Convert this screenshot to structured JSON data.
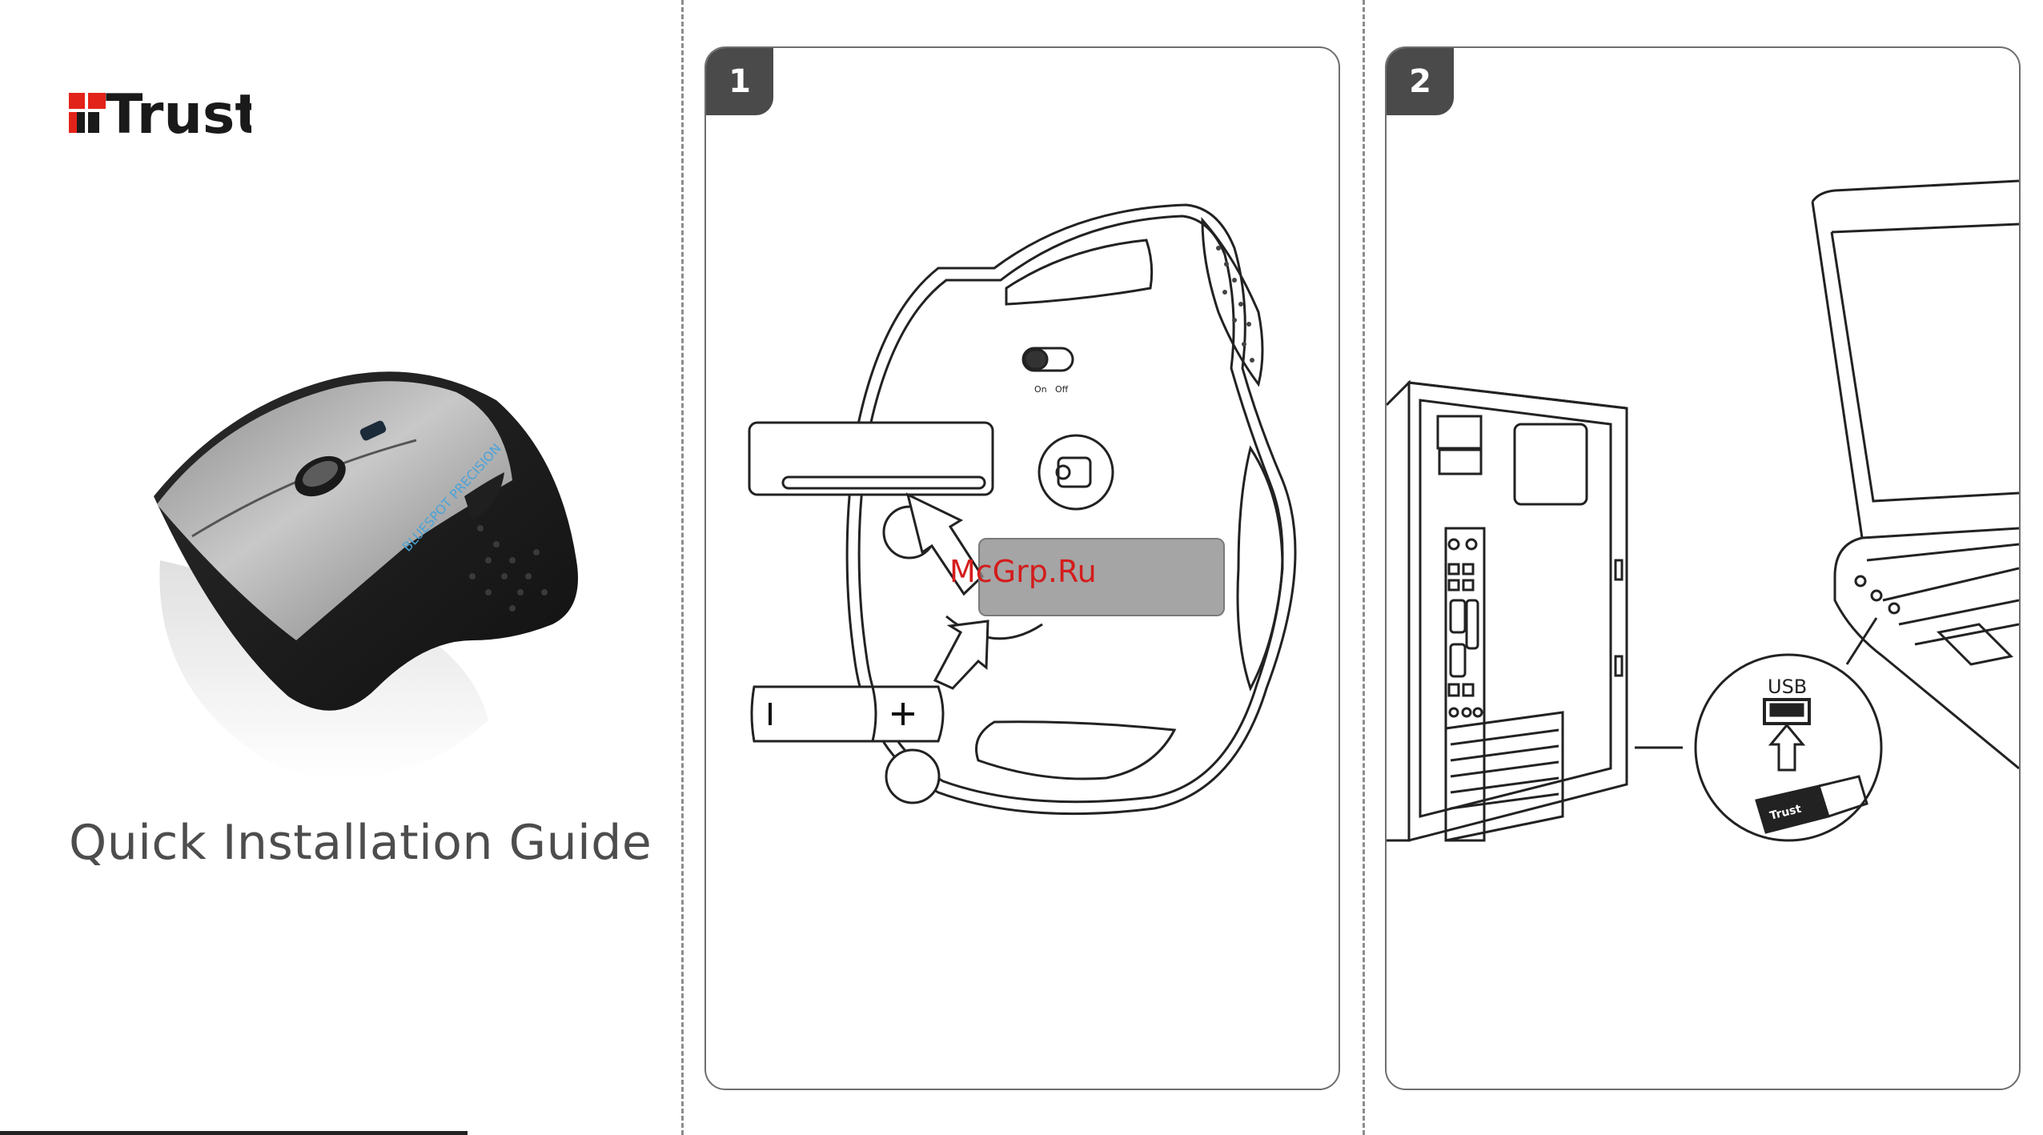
{
  "brand": {
    "name": "Trust"
  },
  "cover": {
    "title": "Quick Installation Guide",
    "mouse_label": "BLUESPOT PRECISION"
  },
  "steps": [
    {
      "number": "1",
      "switch_on": "On",
      "switch_off": "Off"
    },
    {
      "number": "2",
      "usb_label": "USB",
      "receiver_label": "Trust"
    }
  ],
  "watermark": {
    "text": "McGrp.Ru"
  },
  "colors": {
    "panel_border": "#6e6e6e",
    "step_badge": "#4a4a4a",
    "title_text": "#4d4d4d",
    "watermark_text": "#d41c1c"
  }
}
